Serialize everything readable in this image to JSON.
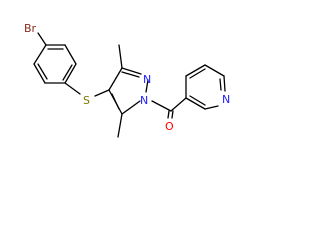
{
  "molecule": {
    "atoms": {
      "bromine": "Br",
      "sulfur": "S",
      "pyrazole_n2": "N",
      "pyrazole_n1": "N",
      "carbonyl_oxygen": "O",
      "pyridine_n": "N"
    },
    "colors": {
      "bond": "#000000",
      "bromine": "#8b2a1a",
      "sulfur": "#7a7a00",
      "nitrogen": "#2020ff",
      "oxygen": "#ff0000"
    }
  }
}
